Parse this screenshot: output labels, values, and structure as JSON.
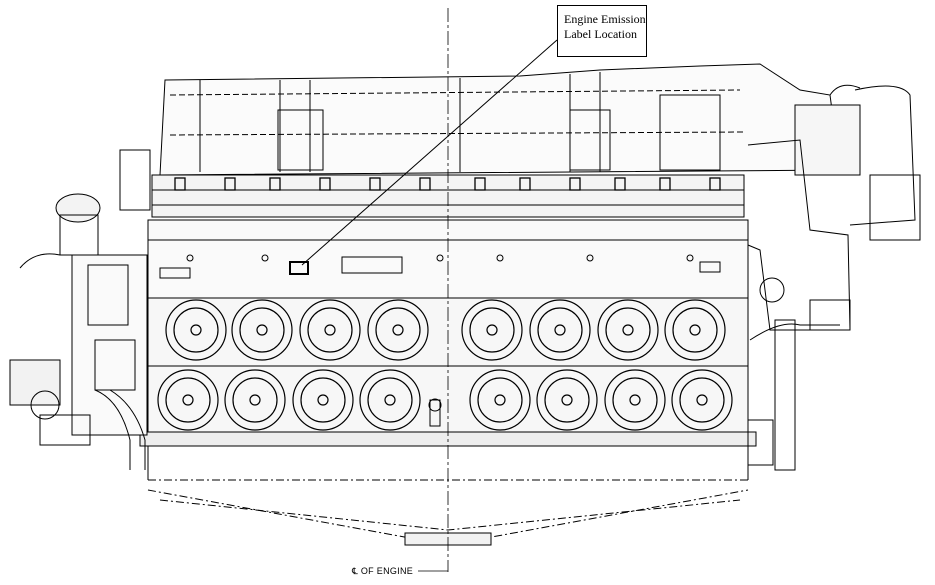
{
  "callout": {
    "line1": "Engine Emission",
    "line2": "Label Location"
  },
  "centerline": {
    "label": "℄ OF ENGINE"
  },
  "colors": {
    "line": "#000000",
    "background": "#ffffff",
    "fill": "#f2f2f2"
  }
}
